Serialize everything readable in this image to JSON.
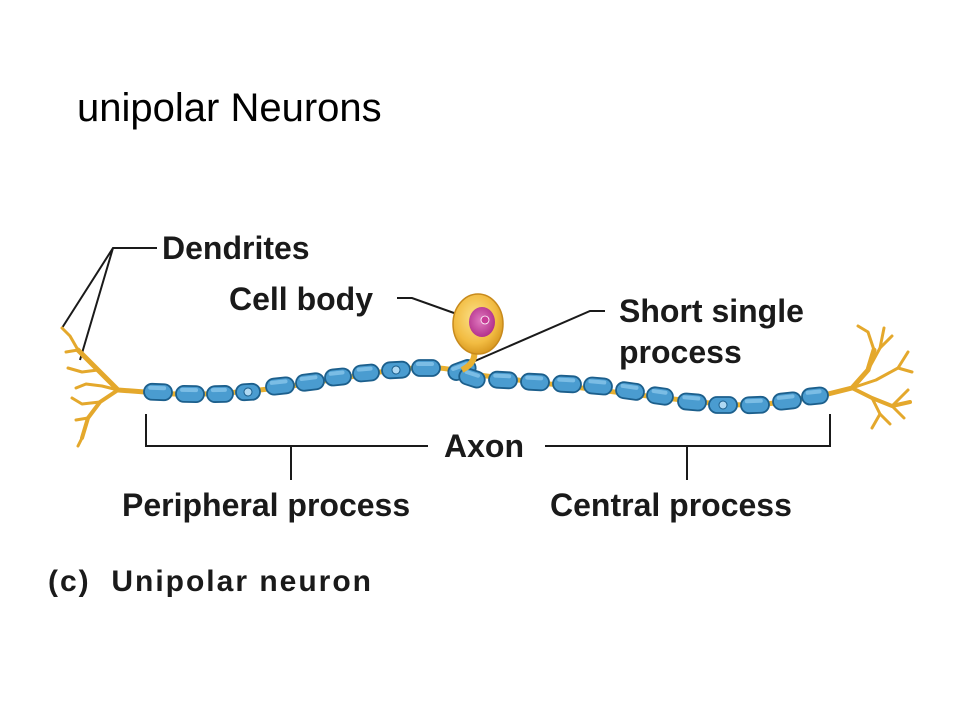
{
  "title": "unipolar Neurons",
  "labels": {
    "dendrites": "Dendrites",
    "cell_body": "Cell body",
    "short_single_process_line1": "Short single",
    "short_single_process_line2": "process",
    "axon": "Axon",
    "peripheral_process": "Peripheral process",
    "central_process": "Central process"
  },
  "caption": "(c)  Unipolar neuron",
  "colors": {
    "myelin": "#4a9cd0",
    "myelin_outline": "#1c5f8c",
    "dendrite": "#e4a82c",
    "soma": "#f0bc40",
    "nucleus": "#c8409a"
  }
}
